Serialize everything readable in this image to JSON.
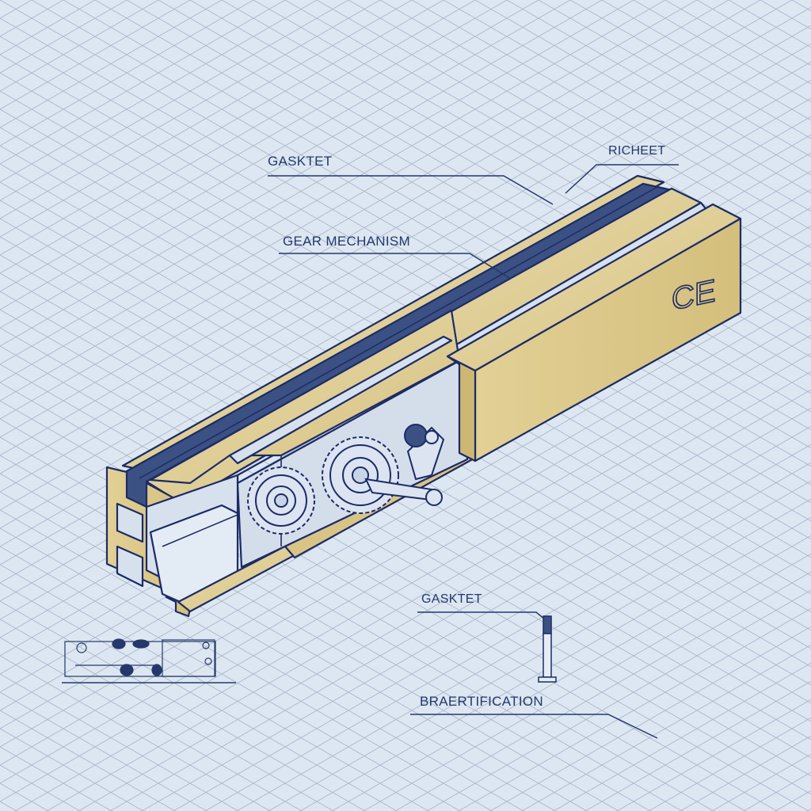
{
  "diagram": {
    "type": "isometric technical illustration",
    "subject": "gold aluminum extrusion profile with gear mechanism",
    "colors": {
      "background": "#dde7f2",
      "grid": "#a9b6c8",
      "outline": "#1c2b66",
      "gold_light": "#e8d9a8",
      "gold": "#d8c485",
      "gold_dark": "#c2ab66",
      "gasket_blue": "#3b5184",
      "interior": "#d7e1ee"
    },
    "marks": {
      "ce": "CE"
    },
    "labels": [
      {
        "id": "gasket-top",
        "text": "GASKTET"
      },
      {
        "id": "richeet",
        "text": "RICHEET"
      },
      {
        "id": "gear-mechanism",
        "text": "GEAR MECHANISM"
      },
      {
        "id": "gasket-bottom",
        "text": "GASKTET"
      },
      {
        "id": "braertification",
        "text": "BRAERTIFICATION"
      }
    ],
    "inset": {
      "description": "small flat side-view schematic of mechanism"
    }
  }
}
